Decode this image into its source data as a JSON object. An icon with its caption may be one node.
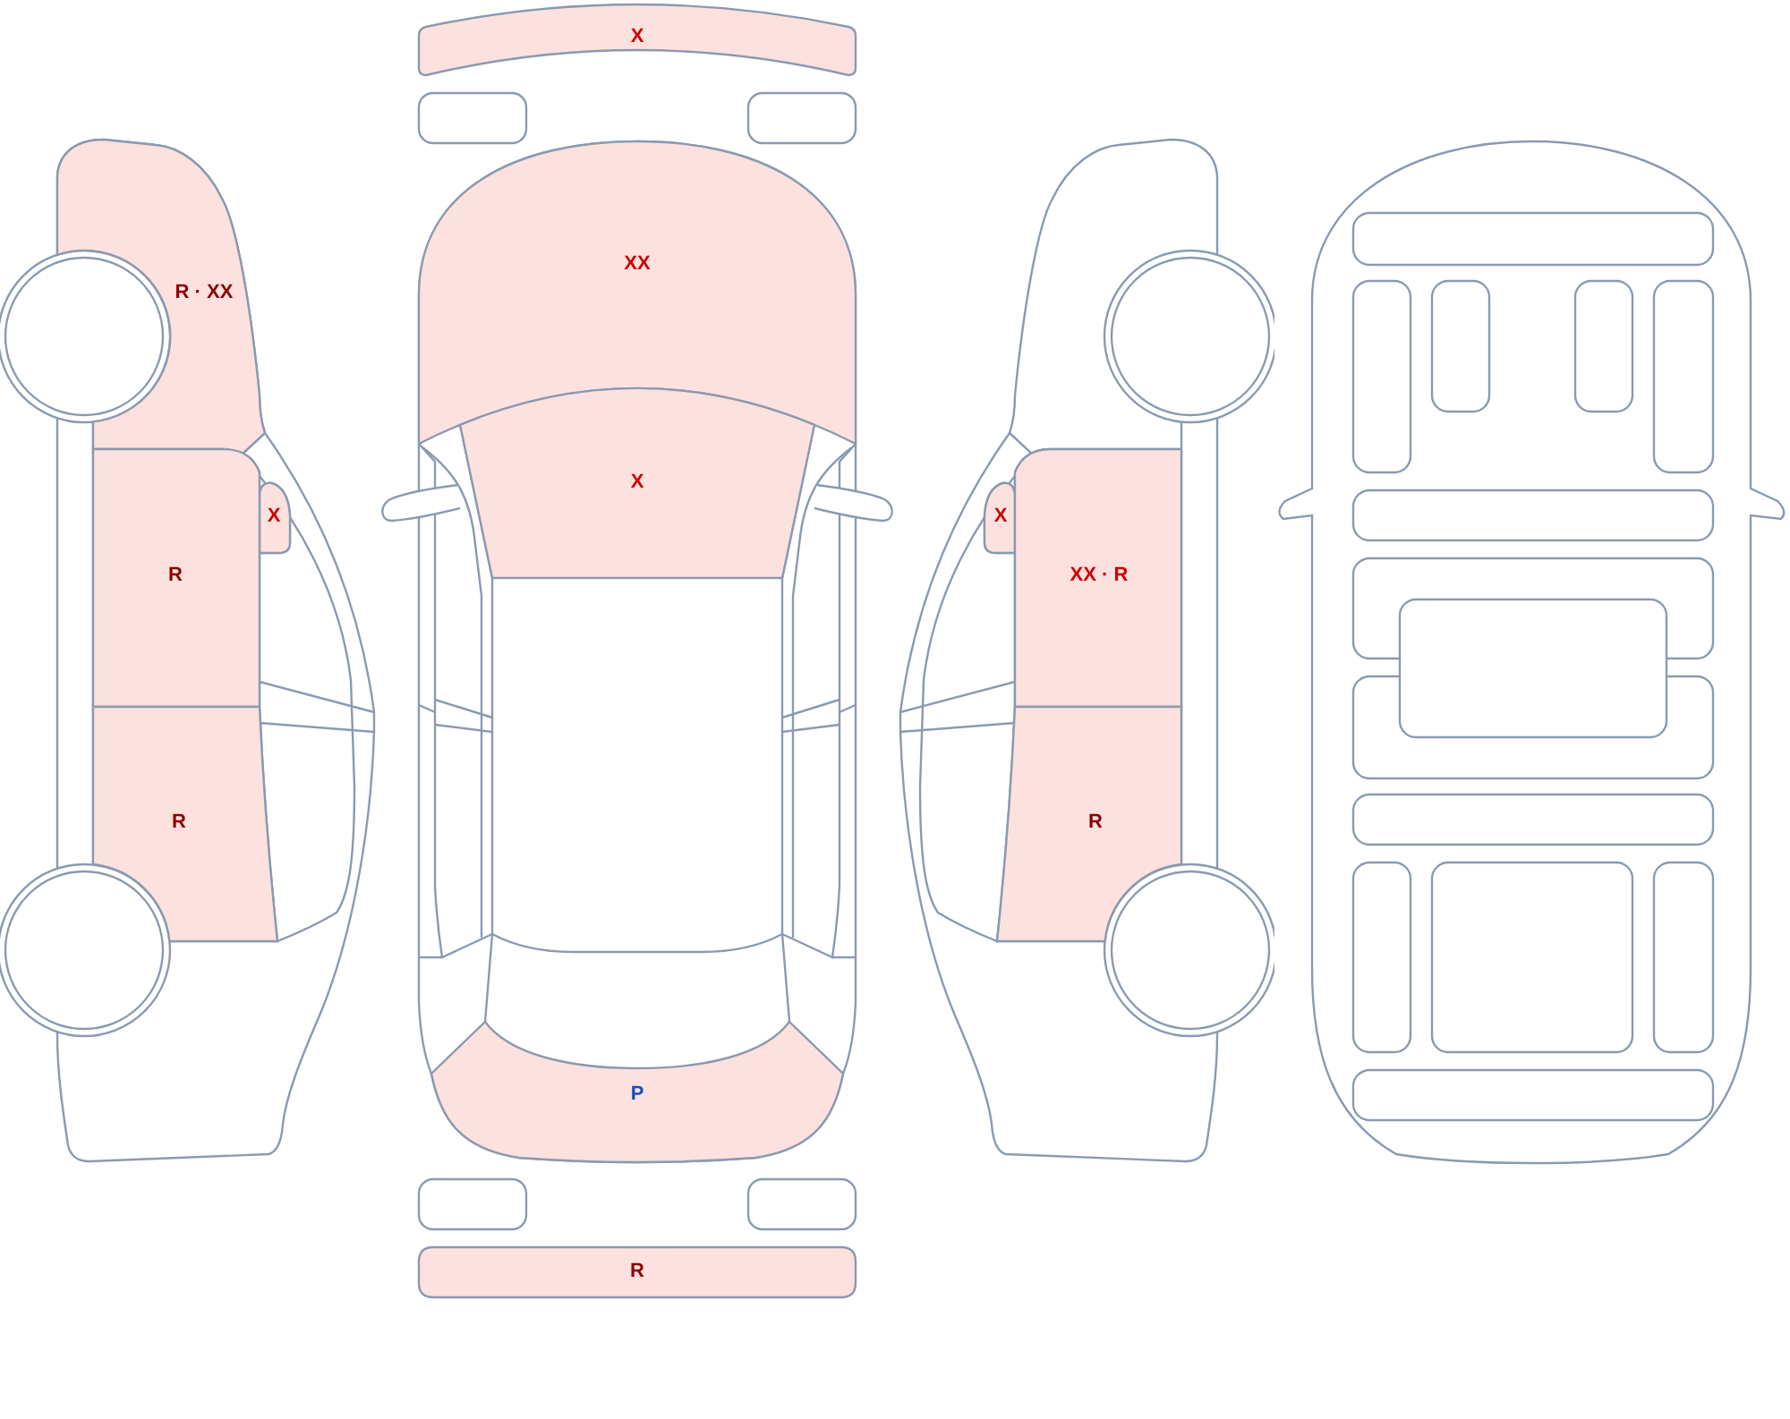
{
  "diagram": {
    "nodes": [
      {
        "text": [
          "X"
        ]
      },
      {
        "text": [
          "XX"
        ]
      },
      {
        "text": [
          "R · XX"
        ]
      },
      {
        "text": [
          "X"
        ]
      },
      {
        "text": [
          "X"
        ]
      },
      {
        "text": [
          "X"
        ]
      },
      {
        "text": [
          "R"
        ]
      },
      {
        "text": [
          "XX · R"
        ]
      },
      {
        "text": [
          "R"
        ]
      },
      {
        "text": [
          "R"
        ]
      },
      {
        "text": [
          "P"
        ]
      },
      {
        "text": [
          "R"
        ]
      }
    ]
  }
}
